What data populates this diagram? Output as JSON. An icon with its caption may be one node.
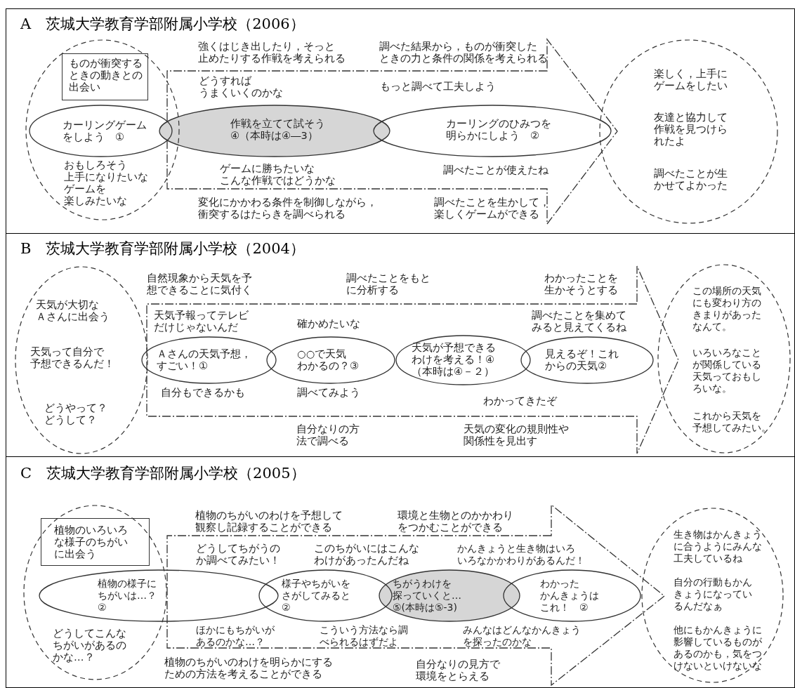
{
  "diagram": {
    "nodes": [
      {
        "text": [
          "A　茨城大学教育学部附属小学校（2006）"
        ]
      },
      {
        "text": [
          "おもしろそう上手になりたいなゲームを楽しみたいな"
        ],
        "in": 0
      },
      {
        "text": [
          "ものが衝突するときの動きとの出会い"
        ],
        "in": 1
      },
      {
        "text": [
          "カーリングゲームをしよう　①"
        ],
        "in": 1
      },
      {
        "text": [
          "どうすればうまくいくのかな",
          "もっと調べて工夫しよう",
          "ゲームに勝ちたいなこんな作戦ではどうかな",
          "調べたことが使えたね"
        ],
        "in": 0
      },
      {
        "text": [
          "作戦を立てて試そう④（本時は④―3）"
        ],
        "in": 4
      },
      {
        "text": [
          "カーリングのひみつを明らかにしよう　②"
        ],
        "in": 4
      },
      {
        "text": [
          "楽しく，上手にゲームをしたい",
          "友達と協力して作戦を見つけられたよ",
          "調べたことが生かせてよかった"
        ],
        "in": 0
      },
      {
        "text": [
          "B　茨城大学教育学部附属小学校（2004）"
        ]
      },
      {
        "text": [
          "天気が大切なＡさんに出会う",
          "天気って自分で予想できるんだ！",
          "どうやって？どうして？"
        ],
        "in": 8
      },
      {
        "text": [
          "天気予報ってテレビだけじゃないんだ",
          "確かめたいな",
          "調べたことを集めてみると見えてくるね",
          "自分もできるかも",
          "調べてみよう",
          "わかってきたぞ"
        ],
        "in": 8
      },
      {
        "text": [
          "Ａさんの天気予想，すごい！①"
        ],
        "in": 10
      },
      {
        "text": [
          "○○で天気わかるの？③"
        ],
        "in": 10
      },
      {
        "text": [
          "天気が予想できるわけを考える！④（本時は④－２）"
        ],
        "in": 10
      },
      {
        "text": [
          "見えるぞ！これからの天気②"
        ],
        "in": 10
      },
      {
        "text": [
          "この場所の天気にも変わり方のきまりがあったなんて。",
          "いろいろなことが関係している天気っておもしろいな。",
          "これから天気を予想してみたい。"
        ],
        "in": 8
      },
      {
        "text": [
          "C　茨城大学教育学部附属小学校（2005）"
        ]
      },
      {
        "text": [
          "どうしてこんなちがいがあるのかな…？"
        ],
        "in": 16
      },
      {
        "text": [
          "植物のいろいろな様子のちがいに出会う"
        ],
        "in": 17
      },
      {
        "text": [
          "植物の様子にちがいは…？②"
        ],
        "in": 16
      },
      {
        "text": [
          "どうしてちがうのか調べてみたい！",
          "このちがいにはこんなわけがあったんだね",
          "かんきょうと生き物はいろいろなかかわりがあるんだ！",
          "ほかにもちがいがあるのかな…？",
          "こういう方法なら調べられるはずだよ",
          "みんなはどんなかんきょうを探ったのかな"
        ],
        "in": 16
      },
      {
        "text": [
          "様子やちがいをさがしてみると②"
        ],
        "in": 20
      },
      {
        "text": [
          "ちがうわけを探っていくと…⑤(本時は⑤-3)"
        ],
        "in": 20
      },
      {
        "text": [
          "わかったかんきょうはこれ！　②"
        ],
        "in": 20
      },
      {
        "text": [
          "生き物はかんきょうに合うようにみんな工夫しているね",
          "自分の行動もかんきょうになっているんだなぁ",
          "他にもかんきょうに影響しているものがあるのかも，気をつけないといけないな"
        ],
        "in": 16
      }
    ],
    "labels": [
      "強くはじき出したり，そっと止めたりする作戦を考えられる",
      "調べた結果から，ものが衝突したときの力と条件の関係を考えられる",
      "変化にかかわる条件を制御しながら，衝突するはたらきを調べられる",
      "調べたことを生かして，楽しくゲームができる",
      "自然現象から天気を予想できることに気付く",
      "調べたことをもとに分析する",
      "わかったことを生かそうとする",
      "自分なりの方法で調べる",
      "天気の変化の規則性や関係性を見出す",
      "植物のちがいのわけを予想して観察し記録することができる",
      "環境と生物とのかかわりをつかむことができる",
      "植物のちがいのわけを明らかにするための方法を考えることができる",
      "自分なりの見方で環境をとらえる"
    ]
  }
}
